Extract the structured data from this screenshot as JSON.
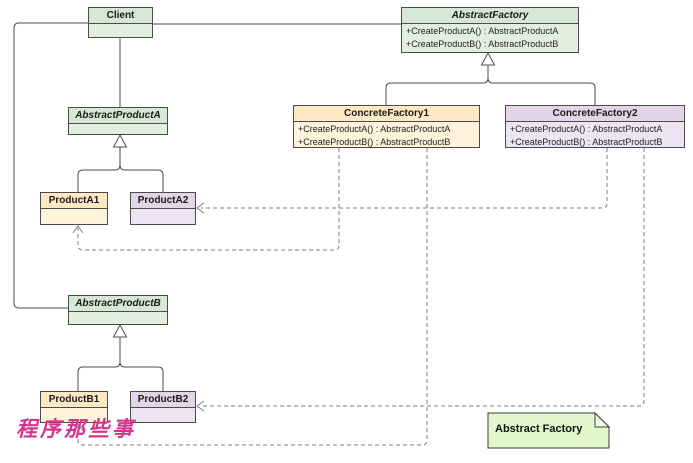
{
  "diagram": {
    "type": "uml-class-diagram",
    "pattern": "Abstract Factory",
    "classes": {
      "client": {
        "name": "Client",
        "abstract": false,
        "color": "#d5e8d4",
        "methods": []
      },
      "abstract_factory": {
        "name": "AbstractFactory",
        "abstract": true,
        "color": "#d5e8d4",
        "methods": [
          "+CreateProductA() : AbstractProductA",
          "+CreateProductB() : AbstractProductB"
        ]
      },
      "concrete_factory1": {
        "name": "ConcreteFactory1",
        "abstract": false,
        "color": "#ffe9c4",
        "methods": [
          "+CreateProductA() : AbstractProductA",
          "+CreateProductB() : AbstractProductB"
        ]
      },
      "concrete_factory2": {
        "name": "ConcreteFactory2",
        "abstract": false,
        "color": "#e1d5e7",
        "methods": [
          "+CreateProductA() : AbstractProductA",
          "+CreateProductB() : AbstractProductB"
        ]
      },
      "abstract_product_a": {
        "name": "AbstractProductA",
        "abstract": true,
        "color": "#d5e8d4",
        "methods": []
      },
      "product_a1": {
        "name": "ProductA1",
        "abstract": false,
        "color": "#ffe9c4",
        "methods": []
      },
      "product_a2": {
        "name": "ProductA2",
        "abstract": false,
        "color": "#e1d5e7",
        "methods": []
      },
      "abstract_product_b": {
        "name": "AbstractProductB",
        "abstract": true,
        "color": "#d5e8d4",
        "methods": []
      },
      "product_b1": {
        "name": "ProductB1",
        "abstract": false,
        "color": "#ffe9c4",
        "methods": []
      },
      "product_b2": {
        "name": "ProductB2",
        "abstract": false,
        "color": "#e1d5e7",
        "methods": []
      }
    },
    "relationships": [
      {
        "from": "Client",
        "to": "AbstractFactory",
        "type": "association",
        "style": "solid"
      },
      {
        "from": "Client",
        "to": "AbstractProductA",
        "type": "association",
        "style": "solid"
      },
      {
        "from": "Client",
        "to": "AbstractProductB",
        "type": "association",
        "style": "solid"
      },
      {
        "from": "ConcreteFactory1",
        "to": "AbstractFactory",
        "type": "generalization",
        "style": "solid-hollow-triangle"
      },
      {
        "from": "ConcreteFactory2",
        "to": "AbstractFactory",
        "type": "generalization",
        "style": "solid-hollow-triangle"
      },
      {
        "from": "ProductA1",
        "to": "AbstractProductA",
        "type": "generalization",
        "style": "solid-hollow-triangle"
      },
      {
        "from": "ProductA2",
        "to": "AbstractProductA",
        "type": "generalization",
        "style": "solid-hollow-triangle"
      },
      {
        "from": "ProductB1",
        "to": "AbstractProductB",
        "type": "generalization",
        "style": "solid-hollow-triangle"
      },
      {
        "from": "ProductB2",
        "to": "AbstractProductB",
        "type": "generalization",
        "style": "solid-hollow-triangle"
      },
      {
        "from": "ConcreteFactory1",
        "to": "ProductA1",
        "type": "dependency",
        "style": "dashed-open-arrow"
      },
      {
        "from": "ConcreteFactory1",
        "to": "ProductB1",
        "type": "dependency",
        "style": "dashed-open-arrow"
      },
      {
        "from": "ConcreteFactory2",
        "to": "ProductA2",
        "type": "dependency",
        "style": "dashed-open-arrow"
      },
      {
        "from": "ConcreteFactory2",
        "to": "ProductB2",
        "type": "dependency",
        "style": "dashed-open-arrow"
      }
    ],
    "note": {
      "text": "Abstract Factory",
      "color": "#e2f6cc"
    },
    "watermark": {
      "text": "程序那些事",
      "color": "#d6348c"
    },
    "colors": {
      "green_header": "#d5e8d4",
      "green_body": "#e2efde",
      "yellow_header": "#ffe9c4",
      "yellow_body": "#fcf3da",
      "purple_header": "#e1d5e7",
      "purple_body": "#ece5f1",
      "border": "#4c4c4c",
      "solid_edge": "#4c4c4c",
      "dashed_edge": "#7f7f7f"
    }
  }
}
